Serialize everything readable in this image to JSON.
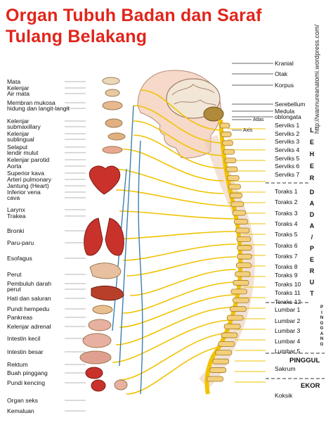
{
  "title": {
    "line1": "Organ Tubuh Badan dan Saraf",
    "line2": "Tulang Belakang"
  },
  "url": "http://wannureanatomi.wordpress.com/",
  "colors": {
    "title": "#e0251b",
    "nerve": "#f2c200",
    "vessel": "#3c7fae",
    "organ": "#c8322a"
  },
  "left_labels": [
    "Mata",
    "Kelenjar",
    "Air mata",
    "Membran mukosa",
    "hidung dan langit-langit",
    "Kelenjar",
    "submaxillary",
    "Kelenjar",
    "sublingual",
    "Selaput",
    "lendir mulut",
    "Kelenjar parotid",
    "Aorta",
    "Superior kava",
    "Arteri pulmonary",
    "Jantung (Heart)",
    "Inferior vena",
    "cava",
    "Larynx",
    "Trakea",
    "Bronki",
    "Paru-paru",
    "Esofagus",
    "Perut",
    "Pembuluh darah",
    "perut",
    "Hati dan saluran",
    "Pundi hempedu",
    "Pankreas",
    "Kelenjar adrenal",
    "Intestin kecil",
    "Intestin besar",
    "Rektum",
    "Buah pinggang",
    "Pundi kencing",
    "Organ seks",
    "Kemaluan"
  ],
  "right_labels": [
    "Kranial",
    "Otak",
    "Korpus",
    "Serebellum",
    "Medula",
    "oblongata",
    "Atlas",
    "Axis",
    "Serviks 1",
    "Serviks 2",
    "Serviks 3",
    "Serviks 4",
    "Serviks 5",
    "Serviks 6",
    "Serviks 7",
    "Toraks 1",
    "Toraks 2",
    "Toraks 3",
    "Toraks 4",
    "Toraks 5",
    "Toraks 6",
    "Toraks 7",
    "Toraks 8",
    "Toraks 9",
    "Toraks 10",
    "Toraks 11",
    "Toraks 12",
    "Lumbar 1",
    "Lumbar 2",
    "Lumbar 3",
    "Lumbar 4",
    "Lumbar 5",
    "Sakrum",
    "Koksik"
  ],
  "sections": {
    "leher": [
      "L",
      "E",
      "H",
      "E",
      "R"
    ],
    "dada": [
      "D",
      "A",
      "D",
      "A",
      "/",
      "P",
      "E",
      "R",
      "U",
      "T"
    ],
    "pinggang_letters": [
      "P",
      "I",
      "N",
      "G",
      "G",
      "A",
      "N",
      "G"
    ],
    "pinggul": "PINGGUL",
    "ekor": "EKOR"
  }
}
